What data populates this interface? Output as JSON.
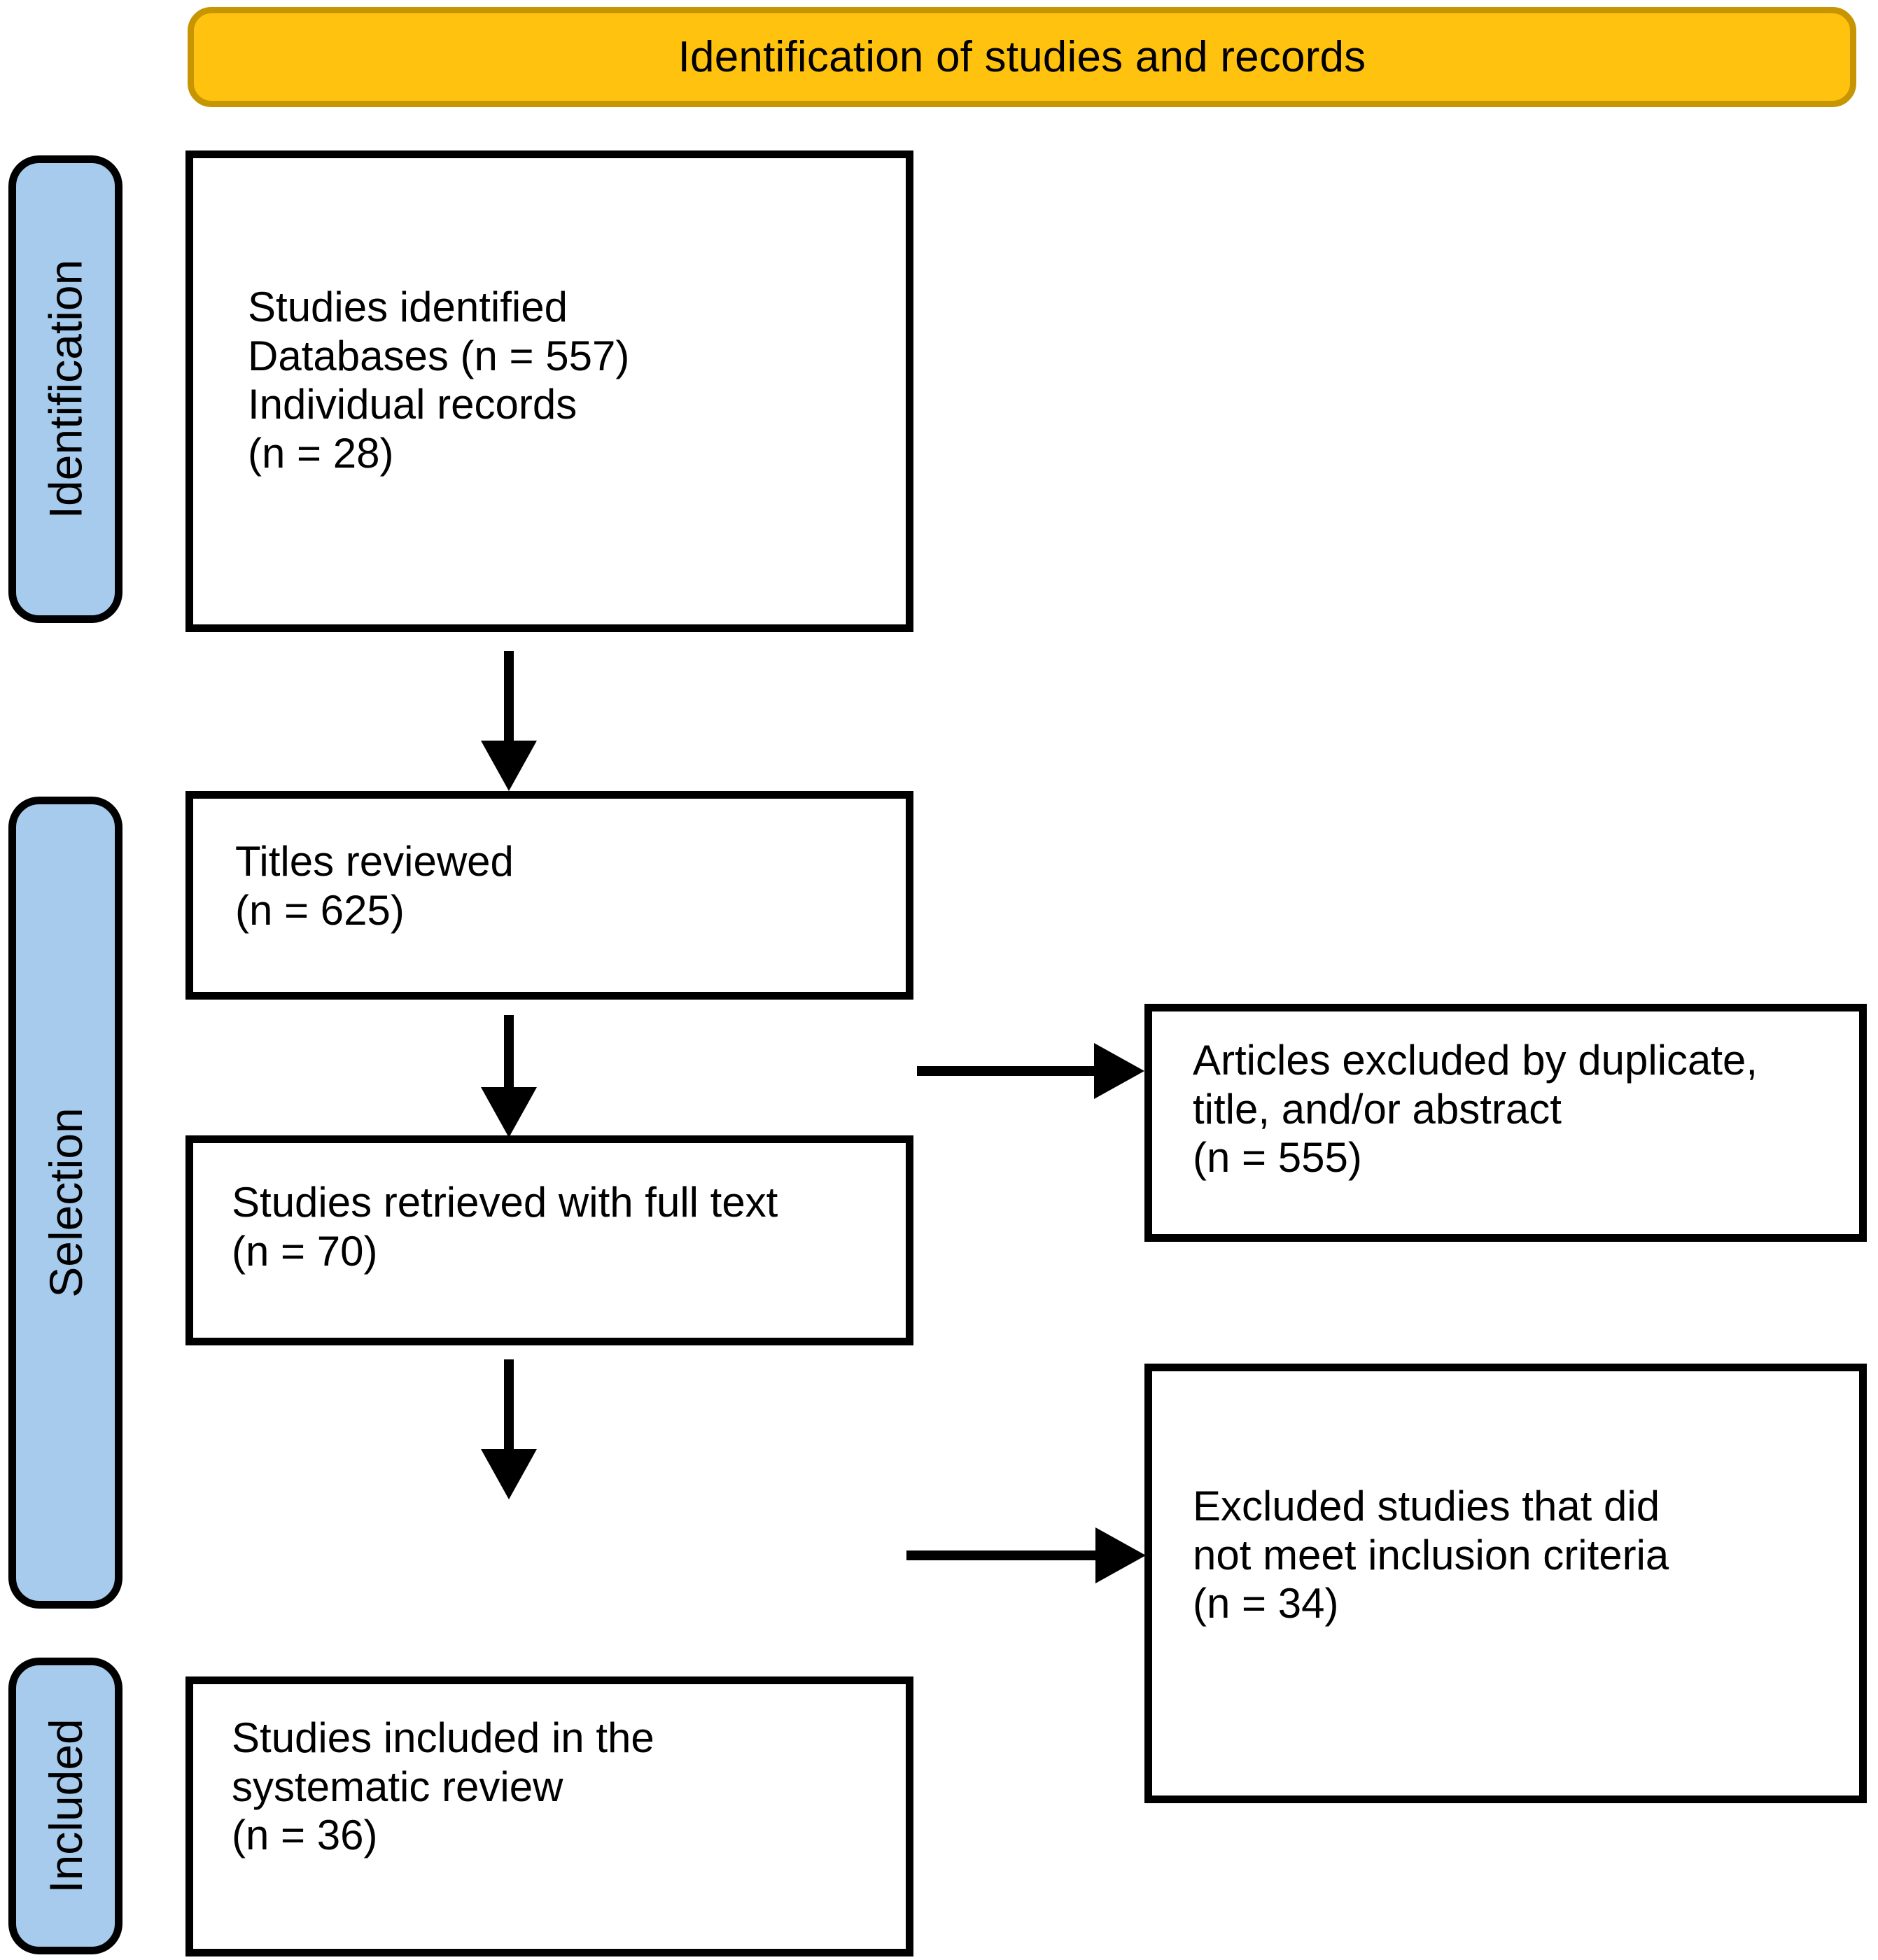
{
  "figure": {
    "type": "prisma-flow-diagram",
    "title": "Identification of studies and records"
  },
  "colors": {
    "banner_fill": "#FFC20E",
    "banner_border": "#C79500",
    "rail_fill": "#A6CBEC",
    "rail_border": "#000000",
    "box_border": "#000000",
    "box_fill": "#FFFFFF",
    "arrow": "#000000"
  },
  "header": {
    "title": "Identification of studies and records"
  },
  "stages": [
    {
      "id": "identification",
      "label": "Identification"
    },
    {
      "id": "selection",
      "label": "Selection"
    },
    {
      "id": "included",
      "label": "Included"
    }
  ],
  "boxes": {
    "identified": {
      "text": "Studies identified\nDatabases (n = 557)\nIndividual records\n(n = 28)",
      "counts": {
        "databases": 557,
        "individual_records": 28
      }
    },
    "titles_reviewed": {
      "text": "Titles reviewed\n(n = 625)",
      "counts": {
        "n": 625
      }
    },
    "retrieved_full_text": {
      "text": "Studies retrieved with full text\n(n = 70)",
      "counts": {
        "n": 70
      }
    },
    "included_review": {
      "text": "Studies included in the\nsystematic review\n(n = 36)",
      "counts": {
        "n": 36
      }
    },
    "excluded_duplicate": {
      "text": "Articles excluded by duplicate,\ntitle, and/or abstract\n(n = 555)",
      "counts": {
        "n": 555
      }
    },
    "excluded_criteria": {
      "text": "Excluded studies that did\nnot meet inclusion criteria\n(n = 34)",
      "counts": {
        "n": 34
      }
    }
  },
  "arrows": [
    {
      "id": "identified-to-titles",
      "from": "identified",
      "to": "titles_reviewed",
      "direction": "down"
    },
    {
      "id": "titles-to-retrieved",
      "from": "titles_reviewed",
      "to": "retrieved_full_text",
      "direction": "down"
    },
    {
      "id": "retrieved-down",
      "from": "retrieved_full_text",
      "to": "included_review",
      "direction": "down"
    },
    {
      "id": "titles-to-excluded-duplicate",
      "from": "titles_reviewed",
      "to": "excluded_duplicate",
      "direction": "right"
    },
    {
      "id": "retrieved-to-excluded-criteria",
      "from": "retrieved_full_text",
      "to": "excluded_criteria",
      "direction": "right"
    }
  ]
}
